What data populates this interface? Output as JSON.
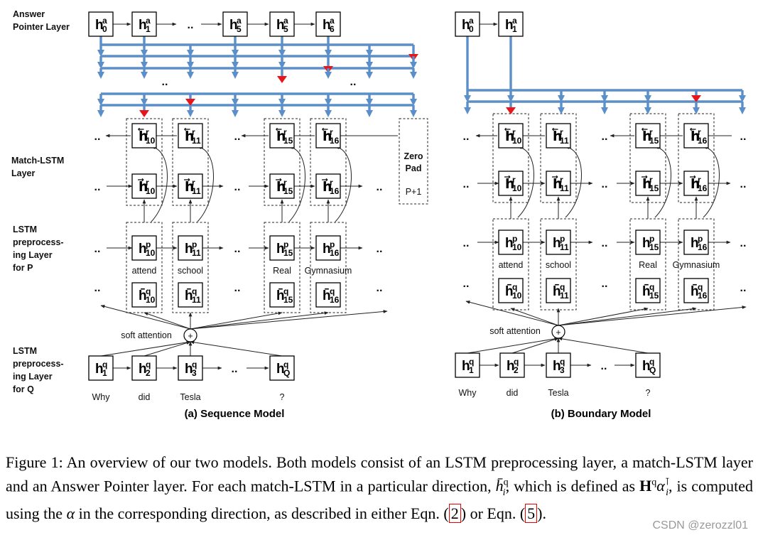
{
  "diagram": {
    "layer_labels": {
      "answer_pointer": [
        "Answer",
        "Pointer Layer"
      ],
      "match_lstm": [
        "Match-LSTM",
        "Layer"
      ],
      "lstm_p": [
        "LSTM",
        "preprocess-",
        "ing Layer",
        "for P"
      ],
      "lstm_q": [
        "LSTM",
        "preprocess-",
        "ing Layer",
        "for Q"
      ]
    },
    "sequence": {
      "answer_nodes": [
        [
          "h",
          "a",
          "0"
        ],
        [
          "h",
          "a",
          "1"
        ],
        [
          "h",
          "a",
          "5"
        ],
        [
          "h",
          "a",
          "5"
        ],
        [
          "h",
          "a",
          "6"
        ]
      ],
      "match_back": [
        [
          "h⃖",
          "r",
          "10"
        ],
        [
          "h⃖",
          "r",
          "11"
        ],
        [
          "h⃖",
          "r",
          "15"
        ],
        [
          "h⃖",
          "r",
          "16"
        ]
      ],
      "match_fwd": [
        [
          "h⃗",
          "r",
          "10"
        ],
        [
          "h⃗",
          "r",
          "11"
        ],
        [
          "h⃗",
          "r",
          "15"
        ],
        [
          "h⃗",
          "r",
          "16"
        ]
      ],
      "p_nodes": [
        [
          "h",
          "p",
          "10"
        ],
        [
          "h",
          "p",
          "11"
        ],
        [
          "h",
          "p",
          "15"
        ],
        [
          "h",
          "p",
          "16"
        ]
      ],
      "p_words": [
        "attend",
        "school",
        "Real",
        "Gymnasium"
      ],
      "qbar_nodes": [
        [
          "h̄",
          "q",
          "10"
        ],
        [
          "h̄",
          "q",
          "11"
        ],
        [
          "h̄",
          "q",
          "15"
        ],
        [
          "h̄",
          "q",
          "16"
        ]
      ],
      "q_nodes": [
        [
          "h",
          "q",
          "1"
        ],
        [
          "h",
          "q",
          "2"
        ],
        [
          "h",
          "q",
          "3"
        ],
        [
          "h",
          "q",
          "Q"
        ]
      ],
      "q_words": [
        "Why",
        "did",
        "Tesla",
        "?"
      ],
      "zero_pad": [
        "Zero",
        "Pad",
        "P+1"
      ],
      "soft_attention": "soft attention",
      "caption": "(a) Sequence Model"
    },
    "boundary": {
      "answer_nodes": [
        [
          "h",
          "a",
          "0"
        ],
        [
          "h",
          "a",
          "1"
        ]
      ],
      "match_back": [
        [
          "h⃖",
          "r",
          "10"
        ],
        [
          "h⃖",
          "r",
          "11"
        ],
        [
          "h⃖",
          "r",
          "15"
        ],
        [
          "h⃖",
          "r",
          "16"
        ]
      ],
      "match_fwd": [
        [
          "h⃗",
          "r",
          "10"
        ],
        [
          "h⃗",
          "r",
          "11"
        ],
        [
          "h⃗",
          "r",
          "15"
        ],
        [
          "h⃗",
          "r",
          "16"
        ]
      ],
      "p_nodes": [
        [
          "h",
          "p",
          "10"
        ],
        [
          "h",
          "p",
          "11"
        ],
        [
          "h",
          "p",
          "15"
        ],
        [
          "h",
          "p",
          "16"
        ]
      ],
      "p_words": [
        "attend",
        "school",
        "Real",
        "Gymnasium"
      ],
      "qbar_nodes": [
        [
          "h̄",
          "q",
          "10"
        ],
        [
          "h̄",
          "q",
          "11"
        ],
        [
          "h̄",
          "q",
          "15"
        ],
        [
          "h̄",
          "q",
          "16"
        ]
      ],
      "q_nodes": [
        [
          "h",
          "q",
          "1"
        ],
        [
          "h",
          "q",
          "2"
        ],
        [
          "h",
          "q",
          "3"
        ],
        [
          "h",
          "q",
          "Q"
        ]
      ],
      "q_words": [
        "Why",
        "did",
        "Tesla",
        "?"
      ],
      "soft_attention": "soft attention",
      "caption": "(b) Boundary Model"
    },
    "ellipsis": "..",
    "plus": "+",
    "colors": {
      "pointer_lines": "#5b8fc9",
      "pointer_selected": "#e8161b"
    }
  },
  "figure_caption": {
    "p1": "Figure 1: An overview of our two models. Both models consist of an LSTM preprocessing layer, a match-LSTM layer and an Answer Pointer layer. For each match-LSTM in a particular direction, ",
    "p2": ", which is defined as ",
    "p3": ", is computed using the ",
    "p4": " in the corresponding direction, as described in either Eqn. (",
    "ref1": "2",
    "p5": ") or Eqn. (",
    "ref2": "5",
    "p6": ").",
    "sym_hbar": "h̄",
    "sym_hbar_sup": "q",
    "sym_hbar_sub": "i",
    "sym_H": "H",
    "sym_H_sup": "q",
    "sym_alpha": "α",
    "sym_alpha_sup": "⊺",
    "sym_alpha_sub": "i"
  },
  "watermark": "CSDN @zerozzl01"
}
